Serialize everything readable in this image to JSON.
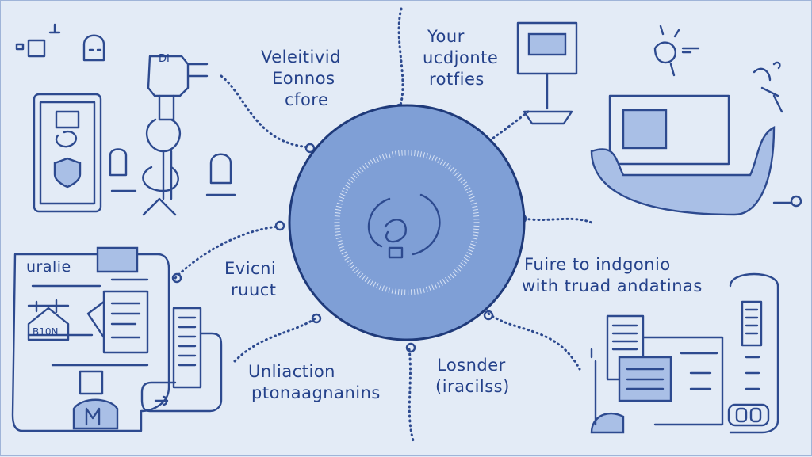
{
  "labels": {
    "top_left": [
      "Veleitivid",
      "Eonnos",
      "cfore"
    ],
    "top_right": [
      "Your",
      "ucdjonte",
      "rotfies"
    ],
    "mid_left": [
      "Evicni",
      "ruuct"
    ],
    "mid_right": [
      "Fuire to indgonio",
      "with truad andatinas"
    ],
    "bottom_left": [
      "Unliaction",
      "ptonaagnanins"
    ],
    "bottom_right": [
      "Losnder",
      "(iracilss)"
    ]
  },
  "sketches": {
    "document_title": "uralie",
    "house_label": "B10N",
    "chip_label": "DI"
  },
  "colors": {
    "background": "#e3ebf6",
    "ink": "#2d4a8f",
    "hub_fill": "#7f9fd6"
  }
}
